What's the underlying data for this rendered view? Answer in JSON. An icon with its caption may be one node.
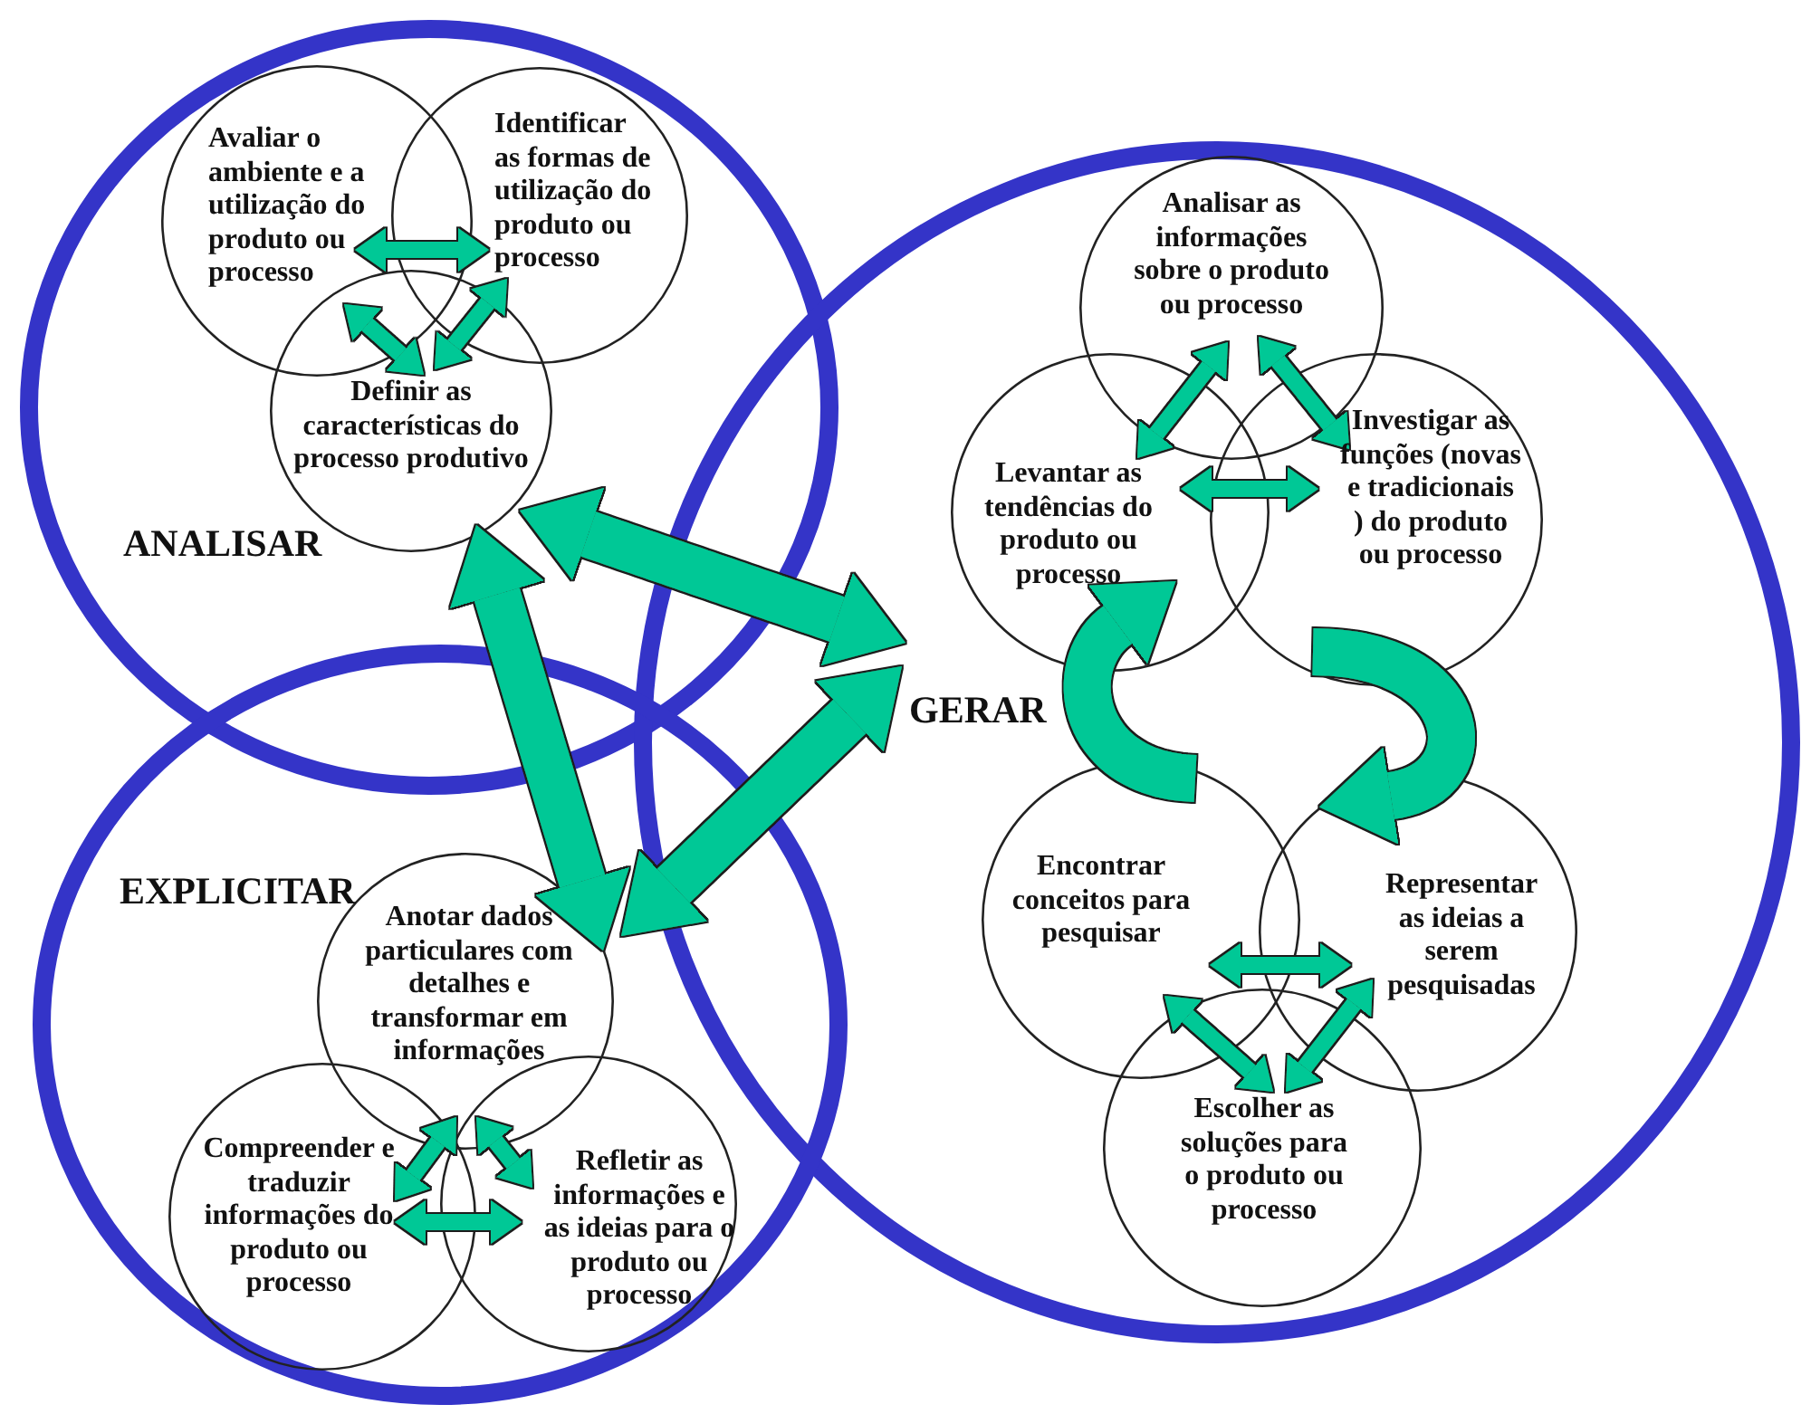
{
  "diagram": {
    "nodes": [
      {
        "text": [
          "ANALISAR"
        ]
      },
      {
        "text": [
          "Avaliar o ambiente e a utilização do produto ou processo"
        ],
        "in": 0
      },
      {
        "text": [
          "Identificar as formas de utilização do produto ou processo"
        ],
        "in": 0
      },
      {
        "text": [
          "Definir as características do processo produtivo"
        ],
        "in": 0
      },
      {
        "text": [
          "GERAR"
        ]
      },
      {
        "text": [
          "Analisar as informações sobre o produto ou processo"
        ],
        "in": 4
      },
      {
        "text": [
          "Levantar as tendências do produto ou processo"
        ],
        "in": 4
      },
      {
        "text": [
          "Investigar as funções (novas e tradicionais ) do produto ou processo"
        ],
        "in": 4
      },
      {
        "text": [
          "Encontrar conceitos para pesquisar"
        ],
        "in": 4
      },
      {
        "text": [
          "Representar as ideias a serem pesquisadas"
        ],
        "in": 4
      },
      {
        "text": [
          "Escolher as soluções para o produto ou processo"
        ],
        "in": 4
      },
      {
        "text": [
          "EXPLICITAR"
        ]
      },
      {
        "text": [
          "Anotar dados particulares com detalhes e transformar em informações"
        ],
        "in": 11
      },
      {
        "text": [
          "Compreender e traduzir informações do produto ou processo"
        ],
        "in": 11
      },
      {
        "text": [
          "Refletir as informações e as ideias para o produto ou processo"
        ],
        "in": 11
      }
    ],
    "edges": [
      {
        "from": 1,
        "to": 2,
        "arrow": "both"
      },
      {
        "from": 1,
        "to": 3,
        "arrow": "both"
      },
      {
        "from": 2,
        "to": 3,
        "arrow": "both"
      },
      {
        "from": 5,
        "to": 6,
        "arrow": "both"
      },
      {
        "from": 5,
        "to": 7,
        "arrow": "both"
      },
      {
        "from": 6,
        "to": 7,
        "arrow": "both"
      },
      {
        "from": 8,
        "to": 6,
        "arrow": "to",
        "style": "thick"
      },
      {
        "from": 7,
        "to": 9,
        "arrow": "to",
        "style": "thick"
      },
      {
        "from": 8,
        "to": 9,
        "arrow": "both"
      },
      {
        "from": 8,
        "to": 10,
        "arrow": "both"
      },
      {
        "from": 9,
        "to": 10,
        "arrow": "both"
      },
      {
        "from": 12,
        "to": 13,
        "arrow": "both"
      },
      {
        "from": 12,
        "to": 14,
        "arrow": "both"
      },
      {
        "from": 13,
        "to": 14,
        "arrow": "both"
      },
      {
        "from": 0,
        "to": 4,
        "arrow": "both",
        "style": "thick"
      },
      {
        "from": 0,
        "to": 11,
        "arrow": "both",
        "style": "thick"
      },
      {
        "from": 11,
        "to": 4,
        "arrow": "both",
        "style": "thick"
      }
    ]
  }
}
